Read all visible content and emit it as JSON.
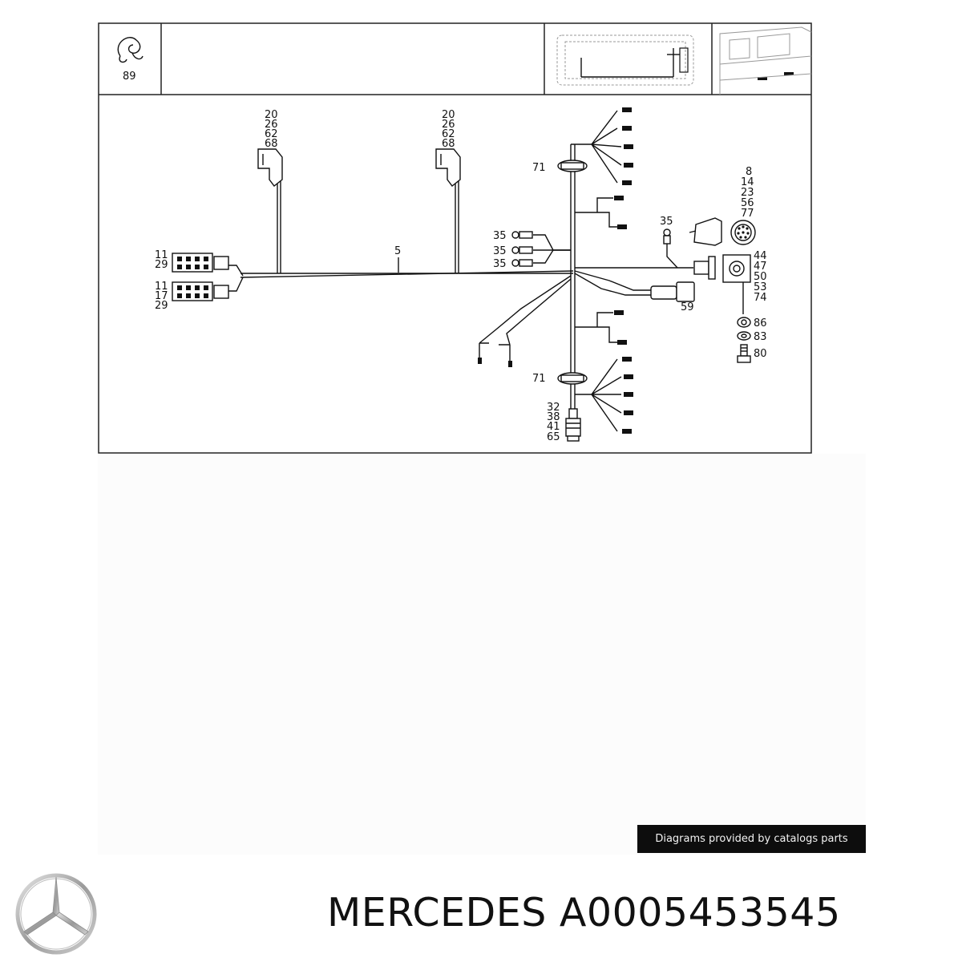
{
  "diagram": {
    "legend_item": "89",
    "main_harness": "5",
    "labels": {
      "left_connector_top": [
        "11",
        "29"
      ],
      "left_connector_bottom": [
        "11",
        "17",
        "29"
      ],
      "plug_a": [
        "20",
        "26",
        "62",
        "68"
      ],
      "plug_b": [
        "20",
        "26",
        "62",
        "68"
      ],
      "grommet_top": "71",
      "grommet_bottom": "71",
      "ring_terminals": [
        "35",
        "35",
        "35"
      ],
      "ground_terminal": "35",
      "round_socket": [
        "8",
        "14",
        "23",
        "56",
        "77"
      ],
      "square_socket": [
        "44",
        "47",
        "50",
        "53",
        "74"
      ],
      "inline_connector": "59",
      "hardware": [
        "86",
        "83",
        "80"
      ],
      "bottom_plug": [
        "32",
        "38",
        "41",
        "65"
      ]
    }
  },
  "credit": "Diagrams provided by catalogs parts",
  "brand": {
    "title": "MERCEDES A0005453545",
    "logo": "mercedes-star-icon"
  }
}
